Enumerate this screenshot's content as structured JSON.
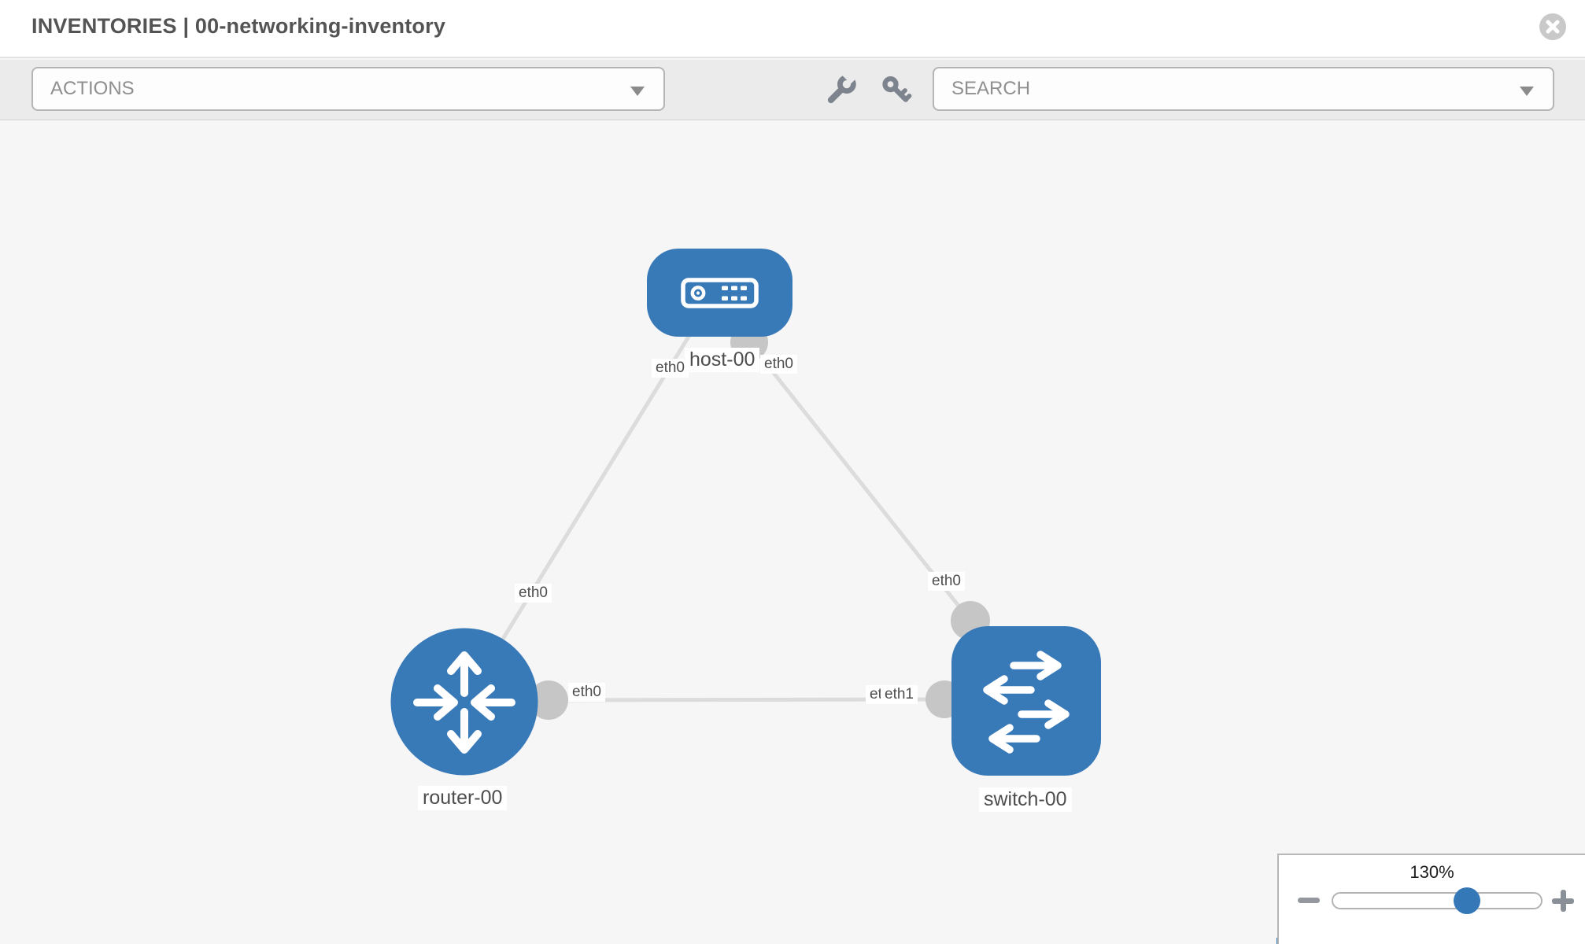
{
  "header": {
    "title": "INVENTORIES | 00-networking-inventory"
  },
  "toolbar": {
    "actions_label": "ACTIONS",
    "search_placeholder": "SEARCH",
    "icons": [
      "wrench",
      "key"
    ]
  },
  "topology": {
    "nodes": [
      {
        "label": "host-00",
        "type": "host",
        "icon": "server-icon"
      },
      {
        "label": "router-00",
        "type": "router",
        "icon": "router-arrows-icon"
      },
      {
        "label": "switch-00",
        "type": "switch",
        "icon": "switch-arrows-icon"
      }
    ],
    "interfaces": [
      {
        "text": "eth0",
        "position": "host-left"
      },
      {
        "text": "eth0",
        "position": "host-right"
      },
      {
        "text": "eth0",
        "position": "router-host-link"
      },
      {
        "text": "eth0",
        "position": "switch-top-link"
      },
      {
        "text": "eth0",
        "position": "router-switch-link-left"
      },
      {
        "text": "eth0",
        "position": "router-switch-link-right-back"
      },
      {
        "text": "eth1",
        "position": "router-switch-link-right-front"
      }
    ],
    "links": [
      {
        "from": "router-00",
        "to": "host-00"
      },
      {
        "from": "host-00",
        "to": "switch-00"
      },
      {
        "from": "router-00",
        "to": "switch-00"
      }
    ],
    "colors": {
      "node_fill": "#3879b8",
      "link": "#dcdcdc",
      "port": "#c6c6c6",
      "canvas_bg": "#f6f6f6"
    }
  },
  "zoom_panel": {
    "level": "130%"
  }
}
